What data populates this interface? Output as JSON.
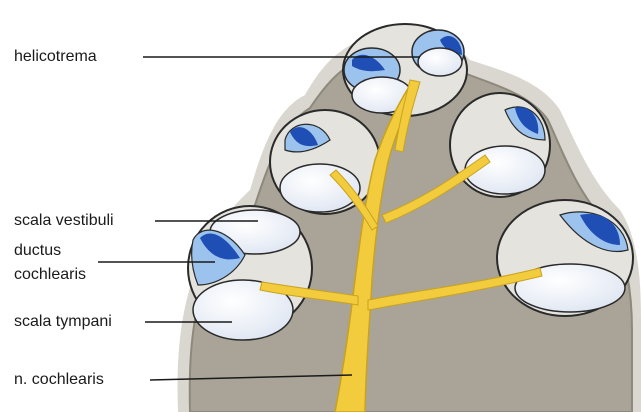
{
  "labels": {
    "helicotrema": "helicotrema",
    "scala_vestibuli": "scala vestibuli",
    "ductus_line1": "ductus",
    "ductus_line2": "cochlearis",
    "scala_tympani": "scala tympani",
    "n_cochlearis": "n. cochlearis"
  },
  "colors": {
    "bone": "#a9a497",
    "bone_light": "#d2d0c8",
    "bone_edge": "#8e897d",
    "nerve": "#f2cc3c",
    "nerve_edge": "#c9a21e",
    "blue_dark": "#1f4fb5",
    "blue_light": "#9cc3ee",
    "chamber": "#eef2f8",
    "outline": "#2a2a2a"
  }
}
